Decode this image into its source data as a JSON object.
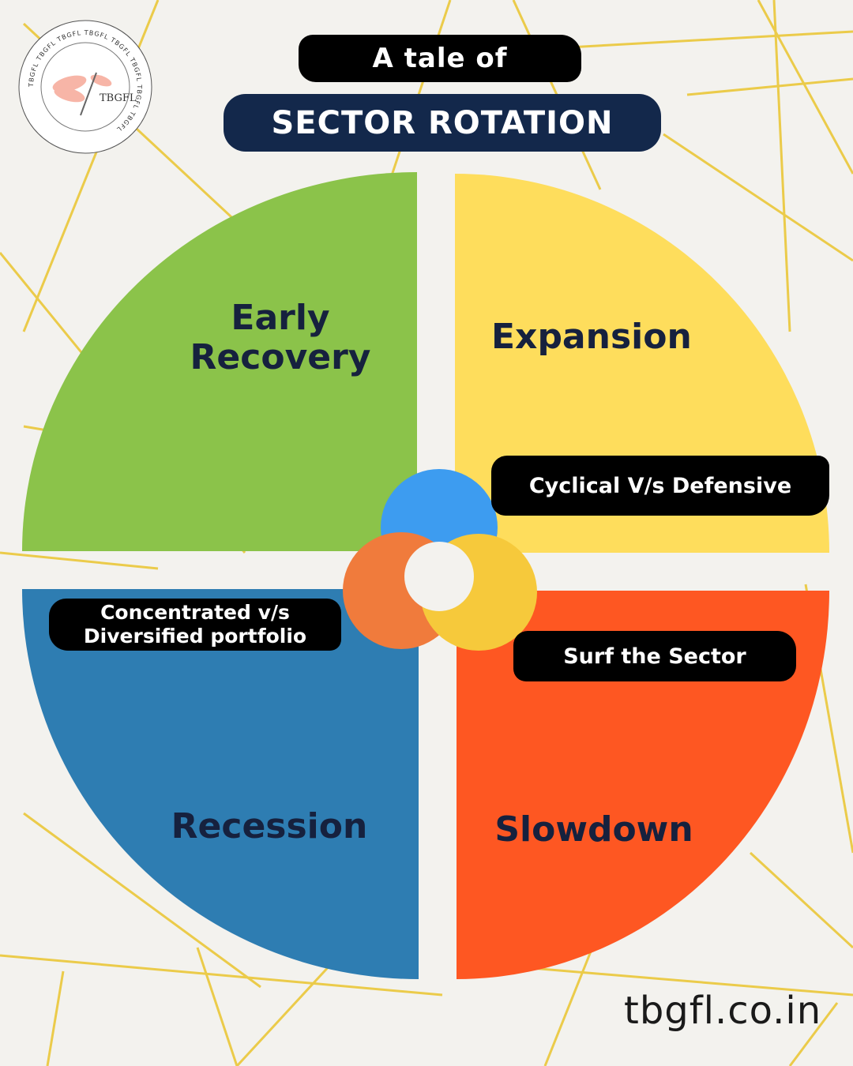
{
  "header": {
    "pre_title": "A tale of",
    "title": "SECTOR ROTATION"
  },
  "quadrants": {
    "early_recovery": {
      "line1": "Early",
      "line2": "Recovery",
      "color": "#8bc34a"
    },
    "expansion": {
      "label": "Expansion",
      "color": "#fedd5c"
    },
    "recession": {
      "label": "Recession",
      "color": "#2e7db2"
    },
    "slowdown": {
      "label": "Slowdown",
      "color": "#fe5722"
    }
  },
  "notes": {
    "cyclical": "Cyclical V/s Defensive",
    "concentrated_line1": "Concentrated v/s",
    "concentrated_line2": "Diversified portfolio",
    "surf": "Surf the Sector"
  },
  "center_rings": {
    "blue": "#3d9cf0",
    "orange": "#f07b3c",
    "yellow": "#f6c93b"
  },
  "logo": {
    "text": "TBGFL",
    "ring_text": "TBGFL TBGFL TBGFL TBGFL TBGFL TBGFL TBGFL TBGFL"
  },
  "footer": {
    "url": "tbgfl.co.in"
  },
  "colors": {
    "background": "#f3f2ee",
    "lines": "#ebcb4a",
    "title_bg": "#13284b",
    "label_text": "#16213e"
  }
}
